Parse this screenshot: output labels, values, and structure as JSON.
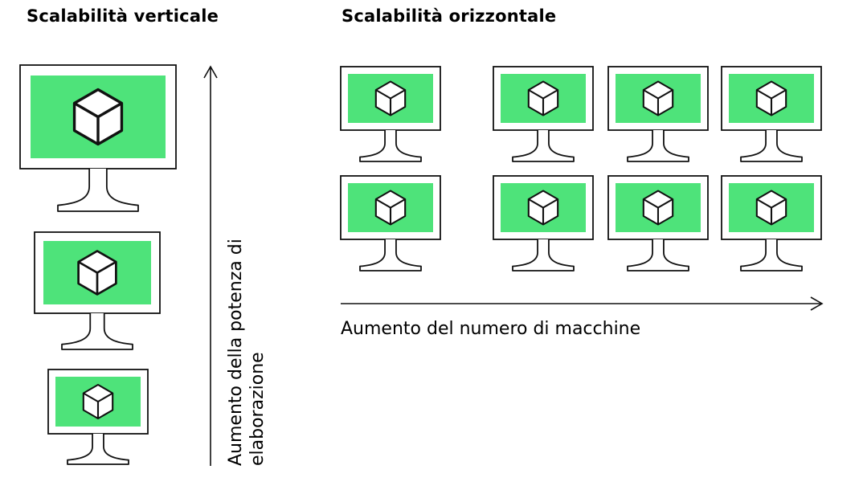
{
  "vertical": {
    "title": "Scalabilità verticale",
    "axis_label_line1": "Aumento della potenza di",
    "axis_label_line2": "elaborazione"
  },
  "horizontal": {
    "title": "Scalabilità orizzontale",
    "axis_label": "Aumento del numero di macchine"
  },
  "colors": {
    "screen_fill": "#4ee37a",
    "stroke": "#111111",
    "background": "#ffffff"
  },
  "icons": {
    "machine": "monitor-icon",
    "workload": "cube-icon",
    "axis": "arrow-icon"
  }
}
